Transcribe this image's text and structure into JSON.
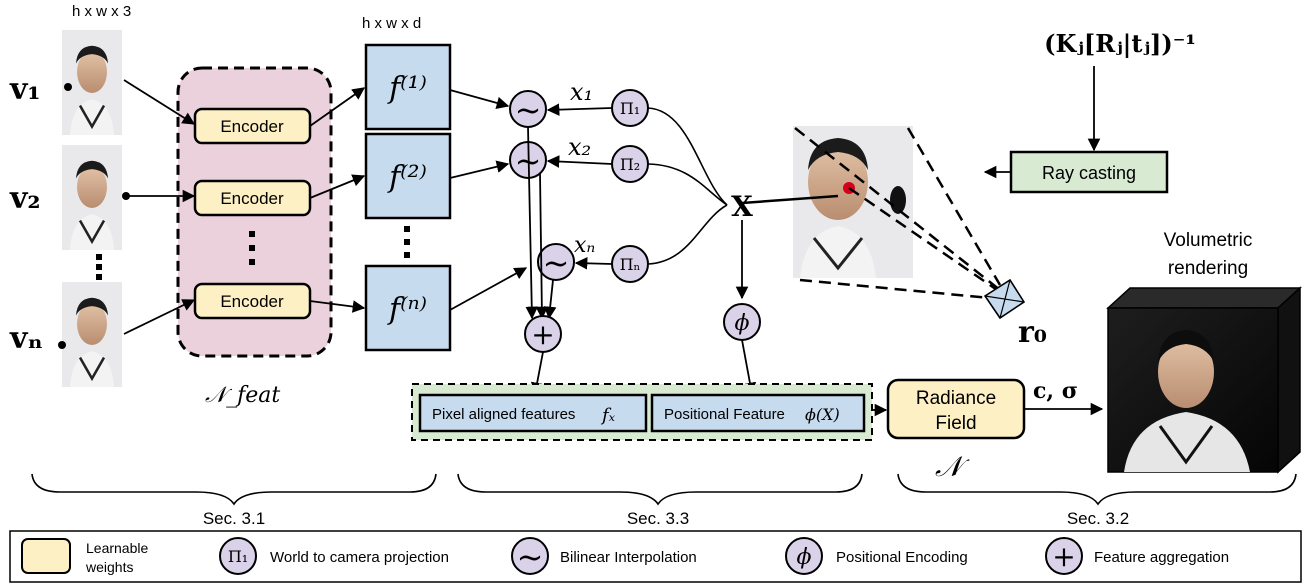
{
  "colors": {
    "learnable": "#fdf0c4",
    "feature_map": "#c7dbef",
    "operator": "#d9d2e9",
    "encoder_region": "#ead1dc",
    "ray_casting": "#d9ead3",
    "concat_region": "#d9ead3",
    "stroke": "#000000",
    "ray_point": "#d6001c"
  },
  "inputs": {
    "size_label": "h x w x 3",
    "labels": [
      "v₁",
      "v₂",
      "vₙ"
    ]
  },
  "encoder": {
    "block_label": "Encoder",
    "group_label": "𝒩_feat"
  },
  "feature_maps": {
    "size_label": "h x w x d",
    "labels": [
      "f⁽¹⁾",
      "f⁽²⁾",
      "f⁽ⁿ⁾"
    ]
  },
  "projection": {
    "labels": [
      "Π₁",
      "Π₂",
      "Πₙ"
    ],
    "coords": [
      "x₁",
      "x₂",
      "xₙ"
    ]
  },
  "point_label": "X",
  "positional_symbol": "ϕ",
  "aggregate_symbol": "+",
  "interp_symbol": "~",
  "camera_matrix": "(Kⱼ[Rⱼ|tⱼ])⁻¹",
  "ray_casting_label": "Ray casting",
  "ray_origin": "r₀",
  "concat": {
    "pixel_features": "Pixel aligned features",
    "pixel_symbol": "fₓ",
    "positional_feature": "Positional Feature",
    "positional_symbol": "ϕ(X)"
  },
  "radiance": {
    "line1": "Radiance",
    "line2": "Field",
    "symbol": "𝒩",
    "output": "c, σ"
  },
  "volumetric": {
    "line1": "Volumetric",
    "line2": "rendering"
  },
  "sections": [
    "Sec. 3.1",
    "Sec. 3.3",
    "Sec. 3.2"
  ],
  "legend": [
    {
      "icon": "learnable-box",
      "label": "Learnable weights",
      "line1": "Learnable",
      "line2": "weights"
    },
    {
      "icon": "projection",
      "symbol": "Π₁",
      "label": "World to camera projection"
    },
    {
      "icon": "interp",
      "symbol": "~",
      "label": "Bilinear Interpolation"
    },
    {
      "icon": "phi",
      "symbol": "ϕ",
      "label": "Positional Encoding"
    },
    {
      "icon": "plus",
      "symbol": "+",
      "label": "Feature aggregation"
    }
  ]
}
